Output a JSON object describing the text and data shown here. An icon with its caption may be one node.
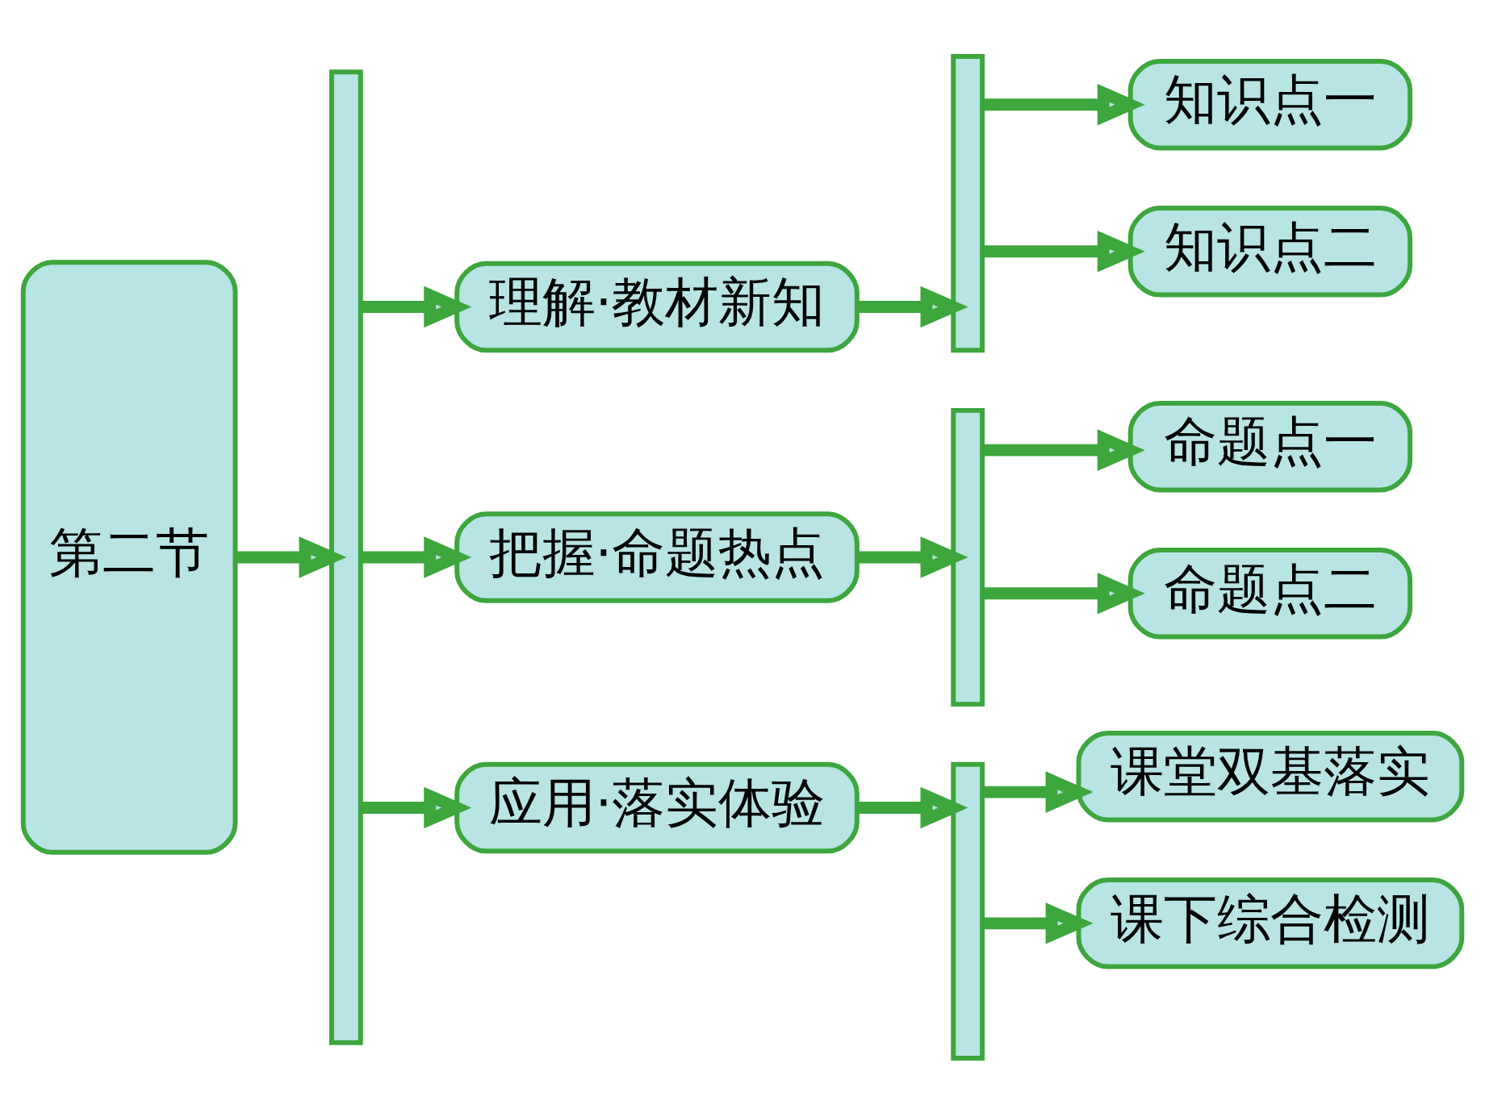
{
  "diagram": {
    "nodes": [
      {
        "text": [
          "第二节"
        ]
      },
      {
        "text": [],
        "shape": "bar"
      },
      {
        "text": [
          "理解·教材新知"
        ]
      },
      {
        "text": [],
        "shape": "bar"
      },
      {
        "text": [
          "知识点一"
        ]
      },
      {
        "text": [
          "知识点二"
        ]
      },
      {
        "text": [
          "把握·命题热点"
        ]
      },
      {
        "text": [],
        "shape": "bar"
      },
      {
        "text": [
          "命题点一"
        ]
      },
      {
        "text": [
          "命题点二"
        ]
      },
      {
        "text": [
          "应用·落实体验"
        ]
      },
      {
        "text": [],
        "shape": "bar"
      },
      {
        "text": [
          "课堂双基落实"
        ]
      },
      {
        "text": [
          "课下综合检测"
        ]
      }
    ],
    "edges": [
      {
        "from": 0,
        "to": 1,
        "arrow": "to"
      },
      {
        "from": 1,
        "to": 2,
        "arrow": "to"
      },
      {
        "from": 1,
        "to": 6,
        "arrow": "to"
      },
      {
        "from": 1,
        "to": 10,
        "arrow": "to"
      },
      {
        "from": 2,
        "to": 3,
        "arrow": "to"
      },
      {
        "from": 3,
        "to": 4,
        "arrow": "to"
      },
      {
        "from": 3,
        "to": 5,
        "arrow": "to"
      },
      {
        "from": 6,
        "to": 7,
        "arrow": "to"
      },
      {
        "from": 7,
        "to": 8,
        "arrow": "to"
      },
      {
        "from": 7,
        "to": 9,
        "arrow": "to"
      },
      {
        "from": 10,
        "to": 11,
        "arrow": "to"
      },
      {
        "from": 11,
        "to": 12,
        "arrow": "to"
      },
      {
        "from": 11,
        "to": 13,
        "arrow": "to"
      }
    ]
  }
}
